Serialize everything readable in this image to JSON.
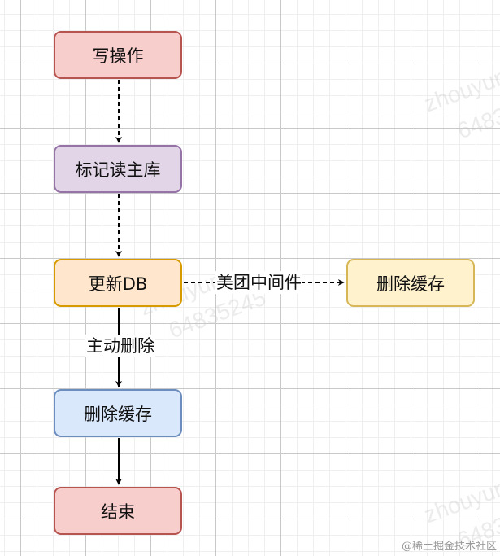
{
  "nodes": {
    "write_op": "写操作",
    "mark_master": "标记读主库",
    "update_db": "更新DB",
    "delete_cache_mw": "删除缓存",
    "delete_cache": "删除缓存",
    "end": "结束"
  },
  "edges": {
    "middleware_label": "美团中间件",
    "active_delete_label": "主动删除"
  },
  "watermarks": {
    "user": "zhouyun",
    "id": "64835245",
    "footer": "@稀土掘金技术社区"
  },
  "colors": {
    "red_fill": "#f8cecc",
    "red_stroke": "#b85450",
    "purple_fill": "#e1d5e7",
    "purple_stroke": "#9673a6",
    "orange_fill": "#ffe6cc",
    "orange_stroke": "#d79b00",
    "yellow_fill": "#fff2cc",
    "yellow_stroke": "#d6b656",
    "blue_fill": "#dae8fc",
    "blue_stroke": "#6c8ebf"
  }
}
